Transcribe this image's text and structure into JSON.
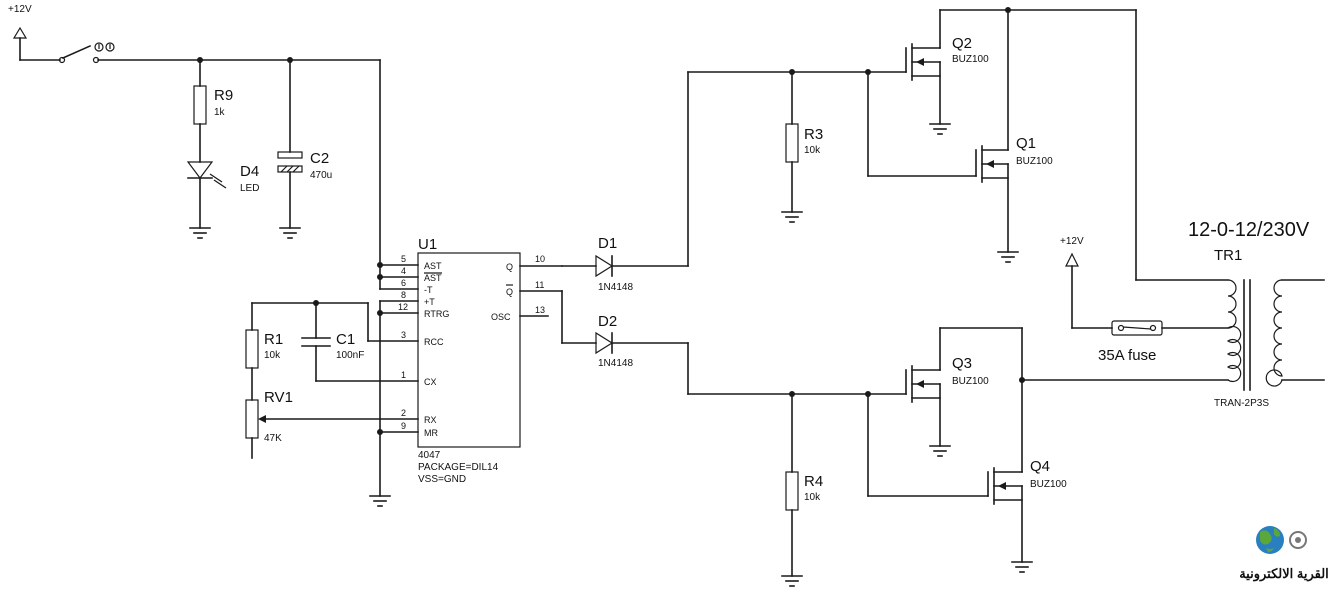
{
  "supply": {
    "left_label": "+12V",
    "fuse_supply_label": "+12V"
  },
  "r9": {
    "ref": "R9",
    "value": "1k"
  },
  "d4": {
    "ref": "D4",
    "value": "LED"
  },
  "c2": {
    "ref": "C2",
    "value": "470u"
  },
  "r1": {
    "ref": "R1",
    "value": "10k"
  },
  "c1": {
    "ref": "C1",
    "value": "100nF"
  },
  "rv1": {
    "ref": "RV1",
    "value": "47K"
  },
  "u1": {
    "ref": "U1",
    "part": "4047",
    "package": "PACKAGE=DIL14",
    "vss": "VSS=GND",
    "pins_left": [
      {
        "num": "5",
        "name": "AST"
      },
      {
        "num": "4",
        "name": "AST"
      },
      {
        "num": "6",
        "name": "-T"
      },
      {
        "num": "8",
        "name": "+T"
      },
      {
        "num": "12",
        "name": "RTRG"
      },
      {
        "num": "3",
        "name": "RCC"
      },
      {
        "num": "1",
        "name": "CX"
      },
      {
        "num": "2",
        "name": "RX"
      },
      {
        "num": "9",
        "name": "MR"
      }
    ],
    "pins_right": [
      {
        "num": "10",
        "name": "Q"
      },
      {
        "num": "11",
        "name": "Q"
      },
      {
        "num": "13",
        "name": "OSC"
      }
    ]
  },
  "d1": {
    "ref": "D1",
    "value": "1N4148"
  },
  "d2": {
    "ref": "D2",
    "value": "1N4148"
  },
  "r3": {
    "ref": "R3",
    "value": "10k"
  },
  "r4": {
    "ref": "R4",
    "value": "10k"
  },
  "q1": {
    "ref": "Q1",
    "value": "BUZ100"
  },
  "q2": {
    "ref": "Q2",
    "value": "BUZ100"
  },
  "q3": {
    "ref": "Q3",
    "value": "BUZ100"
  },
  "q4": {
    "ref": "Q4",
    "value": "BUZ100"
  },
  "tr1": {
    "ref": "TR1",
    "model": "TRAN-2P3S",
    "rating": "12-0-12/230V"
  },
  "fuse": {
    "label": "35A fuse"
  },
  "watermark": {
    "text": "القرية الالكترونية"
  },
  "colors": {
    "wire": "#1a1a1a",
    "background": "#ffffff",
    "globe_blue": "#2a7fc0",
    "globe_green": "#5aa83a"
  }
}
